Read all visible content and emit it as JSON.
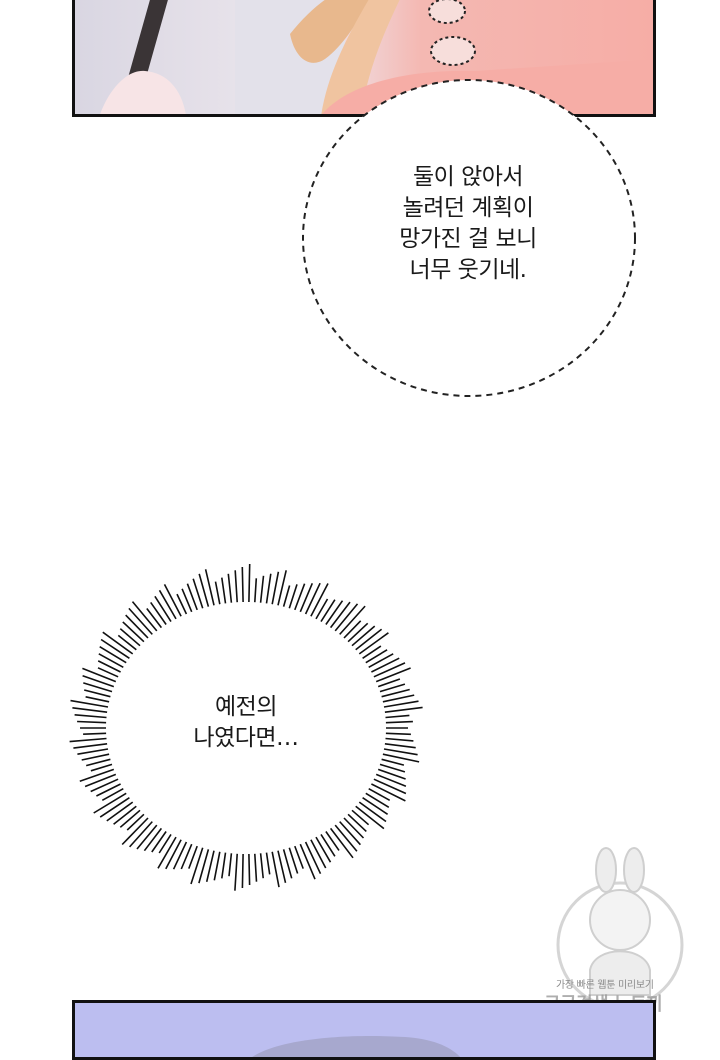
{
  "thought_bubble": {
    "lines": [
      "둘이 앉아서",
      "놀려던 계획이",
      "망가진 걸 보니",
      "너무 웃기네."
    ]
  },
  "burst_bubble": {
    "lines": [
      "예전의",
      "나였다면…"
    ]
  },
  "watermark": {
    "line1": "가장 빠른 웹툰 미리보기",
    "line2": "구글검색 뉴토끼"
  },
  "colors": {
    "panel_border": "#111111",
    "bottom_panel_fill": "#bcbef0",
    "skin_pink": "#f6ada6"
  }
}
